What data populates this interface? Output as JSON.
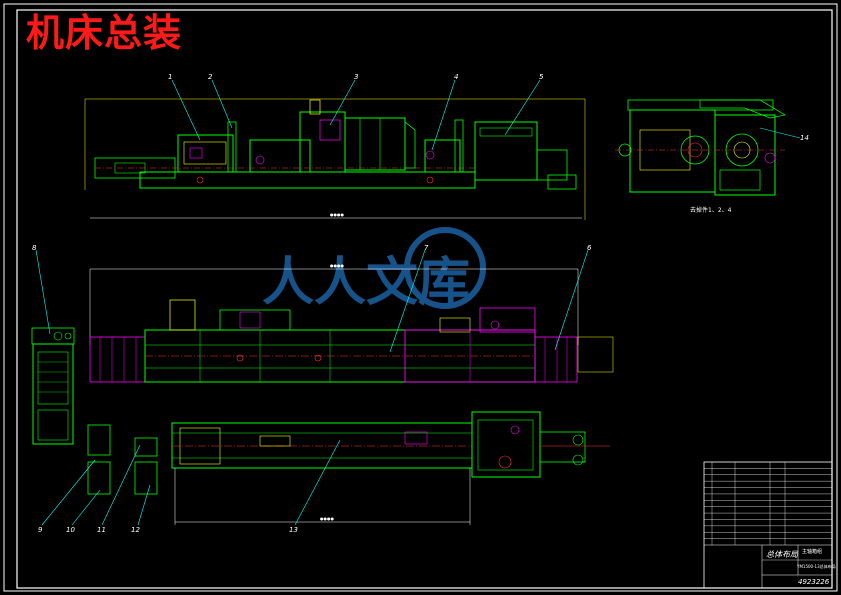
{
  "title": "机床总装",
  "watermark": {
    "text": "人人文库",
    "color": "#1d6fb8"
  },
  "colors": {
    "background": "#000000",
    "frame": "#ffffff",
    "outline": "#00ff00",
    "hidden": "#ffff00",
    "section": "#ff00ff",
    "centerline": "#ff3030",
    "dimension": "#ffffff",
    "leader": "#00ffff"
  },
  "side_view_note": "去掉件1、2、4",
  "balloons": [
    "1",
    "2",
    "3",
    "4",
    "5",
    "8",
    "7",
    "6",
    "9",
    "10",
    "11",
    "12",
    "13",
    "14"
  ],
  "dimension_texts": [
    "●●●●",
    "●●●●",
    "●●●●"
  ],
  "title_block": {
    "drawing_title": "总体布局",
    "material": "主轴箱组",
    "code_line": "YM1500-13总体布局",
    "drawing_number": "4923226",
    "parts_rows": 13
  }
}
